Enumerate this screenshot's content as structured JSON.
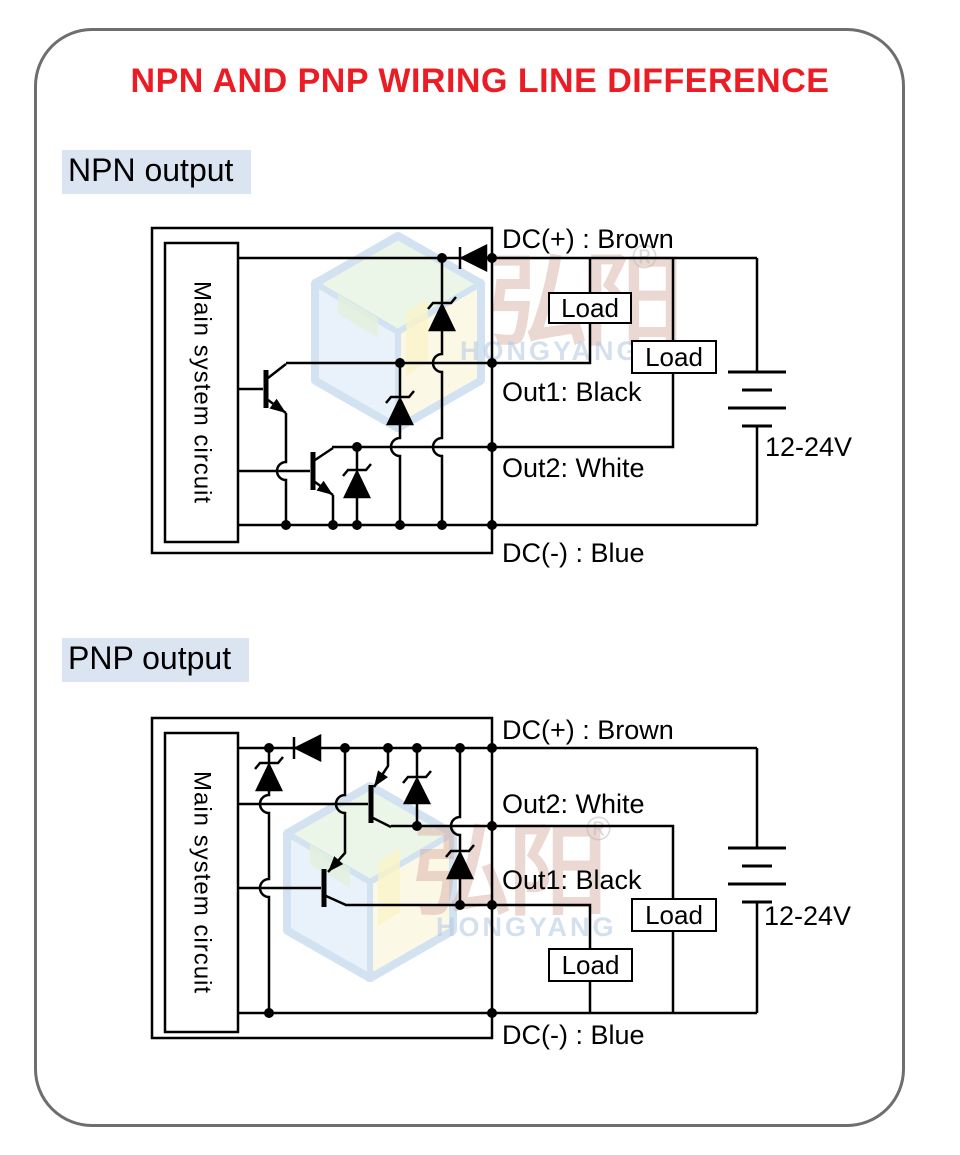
{
  "page": {
    "title": "NPN AND PNP WIRING LINE DIFFERENCE"
  },
  "colors": {
    "title_red": "#ec1c24",
    "heading_background": "#dbe5f1",
    "circuit_line": "#000000",
    "frame_gray": "#6e6e6e"
  },
  "watermark": {
    "cjk": "弘阳",
    "latin": "HONGYANG",
    "registered": "®"
  },
  "npn": {
    "heading": "NPN output",
    "main_box": "Main system circuit",
    "labels": {
      "dc_plus": "DC(+) : Brown",
      "out1": "Out1: Black",
      "out2": "Out2: White",
      "dc_minus": "DC(-) : Blue"
    },
    "load1": "Load",
    "load2": "Load",
    "voltage": "12-24V"
  },
  "pnp": {
    "heading": "PNP output",
    "main_box": "Main system circuit",
    "labels": {
      "dc_plus": "DC(+) : Brown",
      "out2": "Out2: White",
      "out1": "Out1: Black",
      "dc_minus": "DC(-) : Blue"
    },
    "load1": "Load",
    "load2": "Load",
    "voltage": "12-24V"
  }
}
